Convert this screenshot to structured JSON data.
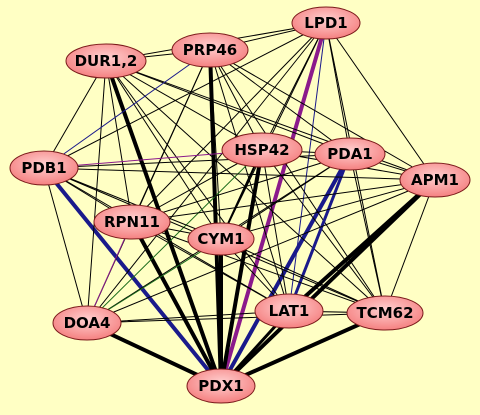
{
  "colors": {
    "background": "#FFFFC4",
    "node_fill": "#F47A7A",
    "node_highlight": "#FFD0D0",
    "node_stroke": "#7A1A1A"
  },
  "network": {
    "nodes": [
      {
        "id": "LPD1",
        "label": "LPD1"
      },
      {
        "id": "DUR12",
        "label": "DUR1,2"
      },
      {
        "id": "PRP46",
        "label": "PRP46"
      },
      {
        "id": "HSP42",
        "label": "HSP42"
      },
      {
        "id": "PDA1",
        "label": "PDA1"
      },
      {
        "id": "PDB1",
        "label": "PDB1"
      },
      {
        "id": "APM1",
        "label": "APM1"
      },
      {
        "id": "RPN11",
        "label": "RPN11"
      },
      {
        "id": "CYM1",
        "label": "CYM1"
      },
      {
        "id": "DOA4",
        "label": "DOA4"
      },
      {
        "id": "LAT1",
        "label": "LAT1"
      },
      {
        "id": "TCM62",
        "label": "TCM62"
      },
      {
        "id": "PDX1",
        "label": "PDX1"
      }
    ],
    "edges": [
      {
        "source": "PDX1",
        "target": "DUR12",
        "color": "#000000",
        "weight": 4
      },
      {
        "source": "PDX1",
        "target": "PRP46",
        "color": "#000000",
        "weight": 4
      },
      {
        "source": "PDX1",
        "target": "LPD1",
        "color": "#8B1A8B",
        "weight": 4
      },
      {
        "source": "PDX1",
        "target": "HSP42",
        "color": "#000000",
        "weight": 4
      },
      {
        "source": "PDX1",
        "target": "PDA1",
        "color": "#1A1A8B",
        "weight": 4
      },
      {
        "source": "PDX1",
        "target": "PDB1",
        "color": "#1A1A8B",
        "weight": 4
      },
      {
        "source": "PDX1",
        "target": "APM1",
        "color": "#000000",
        "weight": 4
      },
      {
        "source": "PDX1",
        "target": "RPN11",
        "color": "#000000",
        "weight": 4
      },
      {
        "source": "PDX1",
        "target": "CYM1",
        "color": "#000000",
        "weight": 4
      },
      {
        "source": "PDX1",
        "target": "DOA4",
        "color": "#000000",
        "weight": 4
      },
      {
        "source": "PDX1",
        "target": "LAT1",
        "color": "#000000",
        "weight": 3
      },
      {
        "source": "PDX1",
        "target": "TCM62",
        "color": "#000000",
        "weight": 4
      },
      {
        "source": "LPD1",
        "target": "DUR12",
        "color": "#000000",
        "weight": 1
      },
      {
        "source": "LPD1",
        "target": "PRP46",
        "color": "#000000",
        "weight": 1
      },
      {
        "source": "LPD1",
        "target": "HSP42",
        "color": "#000000",
        "weight": 1
      },
      {
        "source": "LPD1",
        "target": "PDA1",
        "color": "#000000",
        "weight": 1
      },
      {
        "source": "LPD1",
        "target": "PDB1",
        "color": "#000000",
        "weight": 1
      },
      {
        "source": "LPD1",
        "target": "APM1",
        "color": "#000000",
        "weight": 1
      },
      {
        "source": "LPD1",
        "target": "RPN11",
        "color": "#000000",
        "weight": 1
      },
      {
        "source": "LPD1",
        "target": "CYM1",
        "color": "#000000",
        "weight": 1
      },
      {
        "source": "LPD1",
        "target": "DOA4",
        "color": "#000000",
        "weight": 1
      },
      {
        "source": "LPD1",
        "target": "LAT1",
        "color": "#1A1A8B",
        "weight": 1
      },
      {
        "source": "LPD1",
        "target": "TCM62",
        "color": "#000000",
        "weight": 1
      },
      {
        "source": "DUR12",
        "target": "PRP46",
        "color": "#000000",
        "weight": 1
      },
      {
        "source": "DUR12",
        "target": "HSP42",
        "color": "#000000",
        "weight": 1
      },
      {
        "source": "DUR12",
        "target": "PDA1",
        "color": "#000000",
        "weight": 1
      },
      {
        "source": "DUR12",
        "target": "PDB1",
        "color": "#000000",
        "weight": 1
      },
      {
        "source": "DUR12",
        "target": "APM1",
        "color": "#000000",
        "weight": 1
      },
      {
        "source": "DUR12",
        "target": "RPN11",
        "color": "#000000",
        "weight": 1
      },
      {
        "source": "DUR12",
        "target": "CYM1",
        "color": "#000000",
        "weight": 1
      },
      {
        "source": "DUR12",
        "target": "DOA4",
        "color": "#000000",
        "weight": 1
      },
      {
        "source": "DUR12",
        "target": "LAT1",
        "color": "#000000",
        "weight": 1
      },
      {
        "source": "DUR12",
        "target": "TCM62",
        "color": "#000000",
        "weight": 1
      },
      {
        "source": "PRP46",
        "target": "HSP42",
        "color": "#000000",
        "weight": 1
      },
      {
        "source": "PRP46",
        "target": "PDA1",
        "color": "#000000",
        "weight": 1
      },
      {
        "source": "PRP46",
        "target": "PDB1",
        "color": "#1A1A8B",
        "weight": 1
      },
      {
        "source": "PRP46",
        "target": "APM1",
        "color": "#000000",
        "weight": 1
      },
      {
        "source": "PRP46",
        "target": "RPN11",
        "color": "#000000",
        "weight": 1
      },
      {
        "source": "PRP46",
        "target": "CYM1",
        "color": "#000000",
        "weight": 1
      },
      {
        "source": "PRP46",
        "target": "DOA4",
        "color": "#000000",
        "weight": 1
      },
      {
        "source": "PRP46",
        "target": "LAT1",
        "color": "#000000",
        "weight": 1
      },
      {
        "source": "PRP46",
        "target": "TCM62",
        "color": "#000000",
        "weight": 1
      },
      {
        "source": "HSP42",
        "target": "PDA1",
        "color": "#000000",
        "weight": 1
      },
      {
        "source": "HSP42",
        "target": "PDB1",
        "color": "#8B1A8B",
        "weight": 1
      },
      {
        "source": "HSP42",
        "target": "APM1",
        "color": "#000000",
        "weight": 1
      },
      {
        "source": "HSP42",
        "target": "RPN11",
        "color": "#000000",
        "weight": 1
      },
      {
        "source": "HSP42",
        "target": "CYM1",
        "color": "#000000",
        "weight": 2
      },
      {
        "source": "HSP42",
        "target": "DOA4",
        "color": "#1A6B1A",
        "weight": 1
      },
      {
        "source": "HSP42",
        "target": "LAT1",
        "color": "#000000",
        "weight": 1
      },
      {
        "source": "HSP42",
        "target": "TCM62",
        "color": "#000000",
        "weight": 1
      },
      {
        "source": "PDA1",
        "target": "PDB1",
        "color": "#000000",
        "weight": 1
      },
      {
        "source": "PDA1",
        "target": "APM1",
        "color": "#000000",
        "weight": 1
      },
      {
        "source": "PDA1",
        "target": "RPN11",
        "color": "#000000",
        "weight": 1
      },
      {
        "source": "PDA1",
        "target": "CYM1",
        "color": "#000000",
        "weight": 1
      },
      {
        "source": "PDA1",
        "target": "DOA4",
        "color": "#000000",
        "weight": 1
      },
      {
        "source": "PDA1",
        "target": "LAT1",
        "color": "#1A1A8B",
        "weight": 3
      },
      {
        "source": "PDA1",
        "target": "TCM62",
        "color": "#000000",
        "weight": 1
      },
      {
        "source": "PDB1",
        "target": "APM1",
        "color": "#000000",
        "weight": 1
      },
      {
        "source": "PDB1",
        "target": "RPN11",
        "color": "#000000",
        "weight": 1
      },
      {
        "source": "PDB1",
        "target": "CYM1",
        "color": "#000000",
        "weight": 1
      },
      {
        "source": "PDB1",
        "target": "DOA4",
        "color": "#000000",
        "weight": 1
      },
      {
        "source": "PDB1",
        "target": "LAT1",
        "color": "#000000",
        "weight": 1
      },
      {
        "source": "PDB1",
        "target": "TCM62",
        "color": "#000000",
        "weight": 1
      },
      {
        "source": "APM1",
        "target": "RPN11",
        "color": "#000000",
        "weight": 1
      },
      {
        "source": "APM1",
        "target": "CYM1",
        "color": "#000000",
        "weight": 1
      },
      {
        "source": "APM1",
        "target": "DOA4",
        "color": "#000000",
        "weight": 1
      },
      {
        "source": "APM1",
        "target": "LAT1",
        "color": "#000000",
        "weight": 4
      },
      {
        "source": "APM1",
        "target": "TCM62",
        "color": "#000000",
        "weight": 1
      },
      {
        "source": "RPN11",
        "target": "CYM1",
        "color": "#000000",
        "weight": 1
      },
      {
        "source": "RPN11",
        "target": "DOA4",
        "color": "#8B1A8B",
        "weight": 1
      },
      {
        "source": "RPN11",
        "target": "LAT1",
        "color": "#000000",
        "weight": 1
      },
      {
        "source": "RPN11",
        "target": "TCM62",
        "color": "#000000",
        "weight": 1
      },
      {
        "source": "CYM1",
        "target": "DOA4",
        "color": "#1A6B1A",
        "weight": 1
      },
      {
        "source": "CYM1",
        "target": "LAT1",
        "color": "#000000",
        "weight": 1
      },
      {
        "source": "CYM1",
        "target": "TCM62",
        "color": "#000000",
        "weight": 1
      },
      {
        "source": "DOA4",
        "target": "LAT1",
        "color": "#000000",
        "weight": 1
      },
      {
        "source": "DOA4",
        "target": "TCM62",
        "color": "#000000",
        "weight": 1
      },
      {
        "source": "LAT1",
        "target": "TCM62",
        "color": "#000000",
        "weight": 1
      }
    ]
  }
}
